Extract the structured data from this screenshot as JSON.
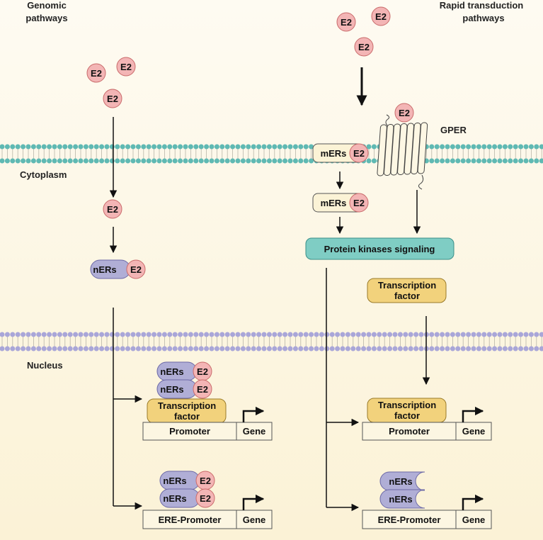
{
  "labels": {
    "genomic_line1": "Genomic",
    "genomic_line2": "pathways",
    "rapid_line1": "Rapid transduction",
    "rapid_line2": "pathways",
    "cytoplasm": "Cytoplasm",
    "nucleus": "Nucleus",
    "gper": "GPER"
  },
  "molecules": {
    "e2": "E2",
    "ners": "nERs",
    "mers": "mERs"
  },
  "boxes": {
    "protein_kinases": "Protein kinases signaling",
    "tf_line1": "Transcription",
    "tf_line2": "factor",
    "promoter": "Promoter",
    "ere_promoter": "ERE-Promoter",
    "gene": "Gene"
  },
  "colors": {
    "background": "#fdf8e8",
    "membrane_outer": "#5fb9b3",
    "membrane_nuclear": "#a9a6d8",
    "e2_fill": "#f3b5b5",
    "ners_fill": "#b0aed6",
    "mers_fill": "#fbf3d6",
    "kinase_fill": "#7fcdc4",
    "tf_fill": "#f2d27c",
    "promoter_fill": "#fcf6e2"
  }
}
